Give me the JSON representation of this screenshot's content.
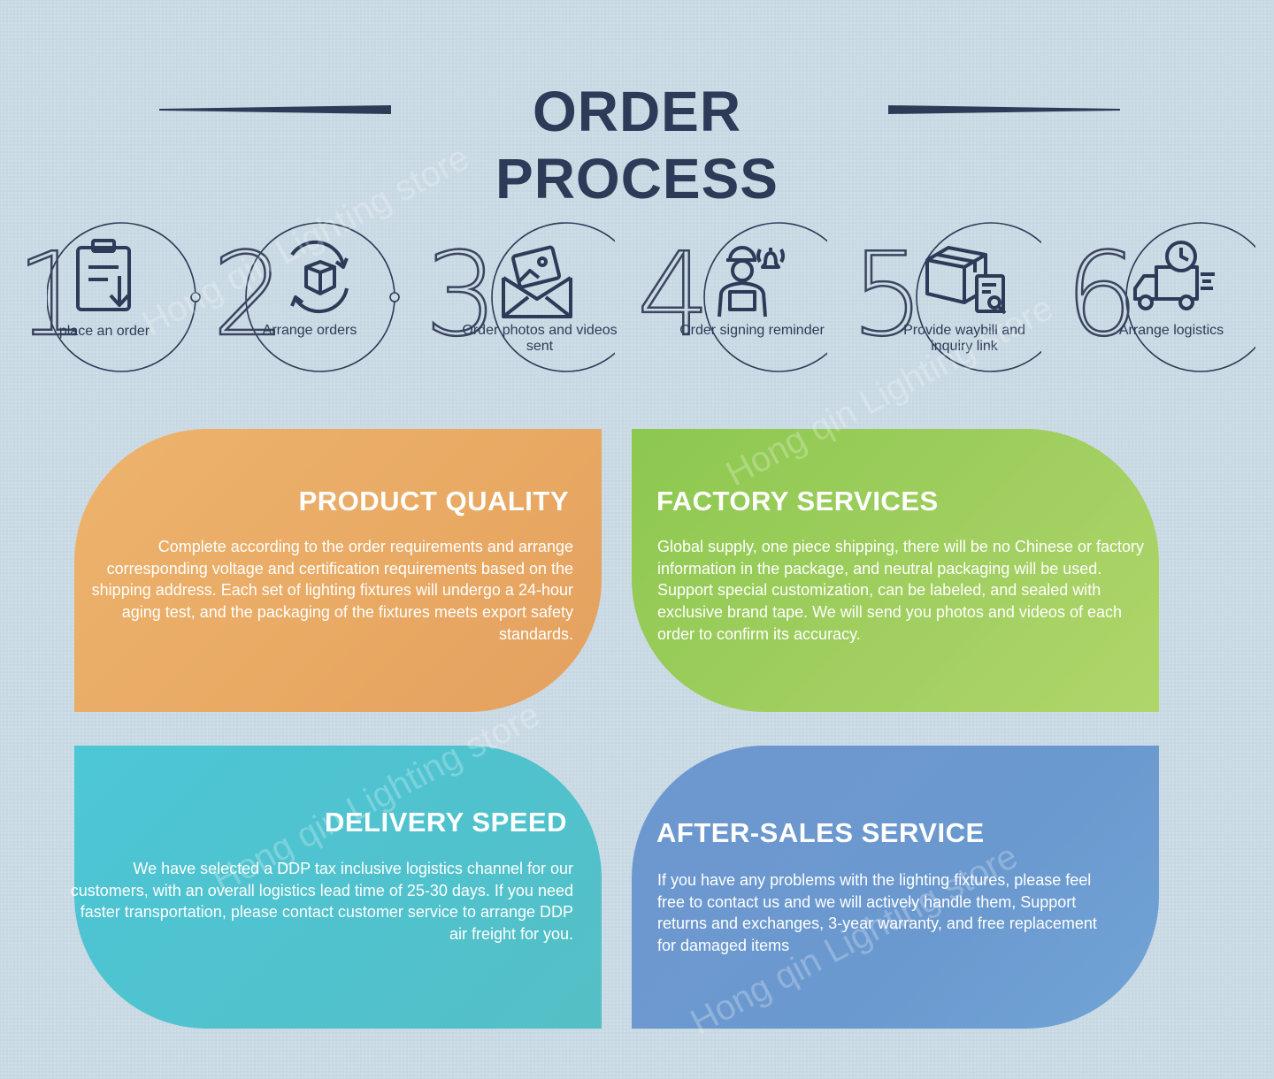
{
  "header": {
    "title": "ORDER PROCESS"
  },
  "steps": [
    {
      "number": "1",
      "label": "place an order",
      "icon": "clipboard-icon"
    },
    {
      "number": "2",
      "label": "Arrange orders",
      "icon": "box-cycle-icon"
    },
    {
      "number": "3",
      "label": "Order photos and videos sent",
      "icon": "photo-envelope-icon"
    },
    {
      "number": "4",
      "label": "Order signing reminder",
      "icon": "courier-bell-icon"
    },
    {
      "number": "5",
      "label": "Provide waybill and inquiry link",
      "icon": "package-document-icon"
    },
    {
      "number": "6",
      "label": "Arrange logistics",
      "icon": "truck-clock-icon"
    }
  ],
  "cards": {
    "quality": {
      "title": "PRODUCT QUALITY",
      "text": "Complete according to the order requirements and arrange corresponding voltage and certification requirements based on the shipping address. Each set of lighting fixtures will undergo a 24-hour aging test, and the packaging of the fixtures meets export safety standards."
    },
    "factory": {
      "title": "FACTORY SERVICES",
      "text": "Global supply, one piece shipping, there will be no Chinese or factory information in the package, and neutral packaging will be used. Support special customization, can be labeled, and sealed with exclusive brand tape. We will send you photos and videos of each order to confirm its accuracy."
    },
    "delivery": {
      "title": "DELIVERY SPEED",
      "text": "We have selected a DDP tax inclusive logistics channel for our customers, with an overall logistics lead time of 25-30 days. If you need faster transportation, please contact customer service to arrange DDP air freight for you."
    },
    "aftersales": {
      "title": "AFTER-SALES SERVICE",
      "text": "If you have any problems with the lighting fixtures, please feel free to contact us and we will actively handle them, Support returns and exchanges, 3-year warranty, and free replacement for damaged items"
    }
  },
  "watermark": "Hong qin Lighting store",
  "colors": {
    "ink": "#2d3b58",
    "quality": "#e8a963",
    "factory": "#a2cf61",
    "delivery": "#50c2cd",
    "aftersales": "#6a99cf"
  }
}
